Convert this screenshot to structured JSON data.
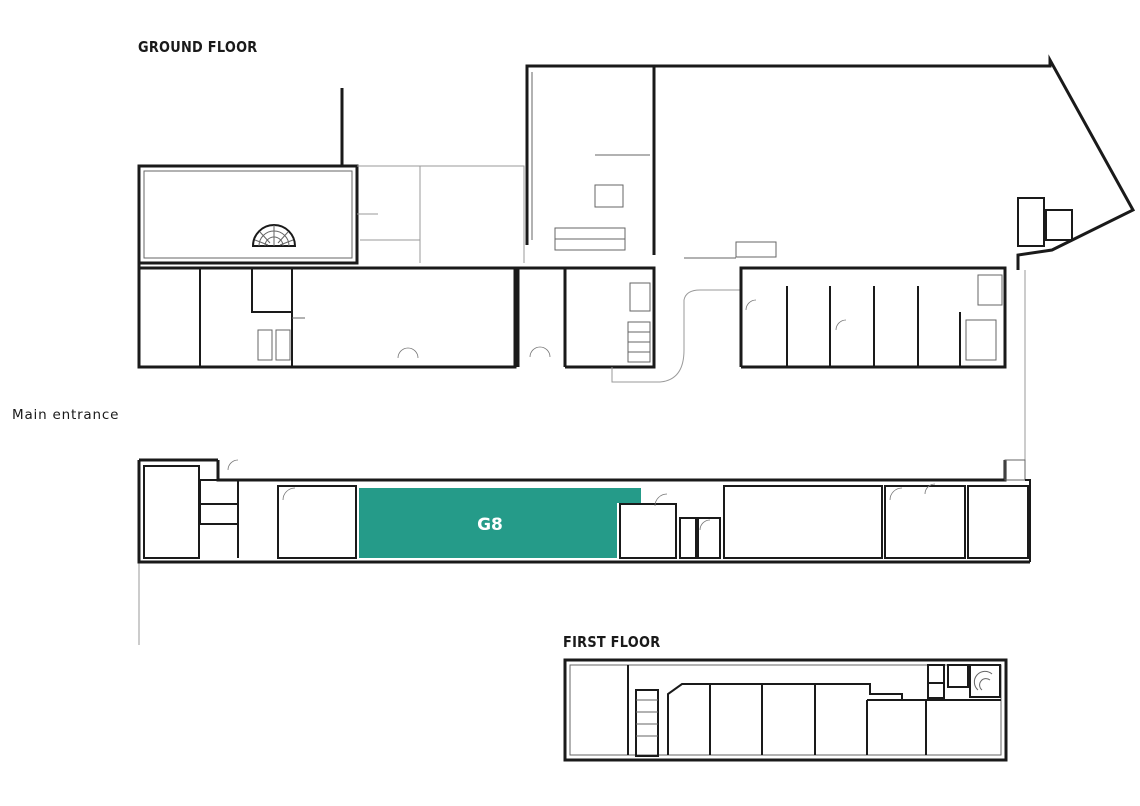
{
  "headings": {
    "ground_floor": "GROUND FLOOR",
    "first_floor": "FIRST FLOOR"
  },
  "labels": {
    "main_entrance": "Main entrance"
  },
  "highlight": {
    "unit": "G8",
    "color": "#259b89",
    "text_color": "#ffffff"
  }
}
